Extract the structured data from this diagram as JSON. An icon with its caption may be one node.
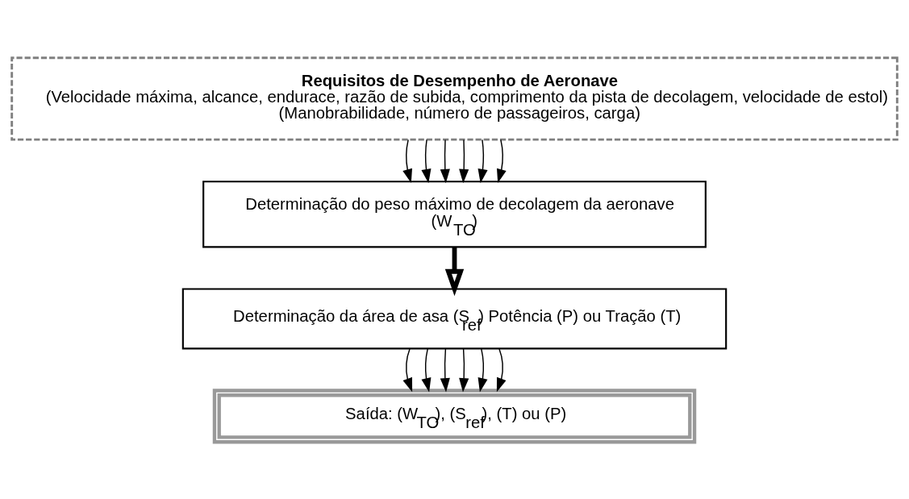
{
  "diagram": {
    "nodes": [
      {
        "text": [
          "Requisitos de Desempenho de Aeronave",
          "(Velocidade máxima, alcance, endurace, razão de subida, comprimento da pista de decolagem, velocidade de estol)",
          "(Manobrabilidade, número de passageiros, carga)"
        ]
      },
      {
        "text": [
          "Determinação do peso máximo de decolagem da aeronave",
          "(W$_{TO}$)"
        ]
      },
      {
        "text": [
          "Determinação da área de asa (S$_{ref}$) Potência (P) ou Tração (T)"
        ]
      },
      {
        "text": [
          "Saída: (W$_{TO}$), (S$_{ref}$), (T) ou (P)"
        ]
      }
    ],
    "edges": [
      {
        "from": 0,
        "to": 1,
        "arrow": "to"
      },
      {
        "from": 0,
        "to": 1,
        "arrow": "to"
      },
      {
        "from": 0,
        "to": 1,
        "arrow": "to"
      },
      {
        "from": 0,
        "to": 1,
        "arrow": "to"
      },
      {
        "from": 0,
        "to": 1,
        "arrow": "to"
      },
      {
        "from": 0,
        "to": 1,
        "arrow": "to"
      },
      {
        "from": 1,
        "to": 2,
        "arrow": "to",
        "style": "thick"
      },
      {
        "from": 2,
        "to": 3,
        "arrow": "to"
      },
      {
        "from": 2,
        "to": 3,
        "arrow": "to"
      },
      {
        "from": 2,
        "to": 3,
        "arrow": "to"
      },
      {
        "from": 2,
        "to": 3,
        "arrow": "to"
      },
      {
        "from": 2,
        "to": 3,
        "arrow": "to"
      },
      {
        "from": 2,
        "to": 3,
        "arrow": "to"
      }
    ]
  }
}
